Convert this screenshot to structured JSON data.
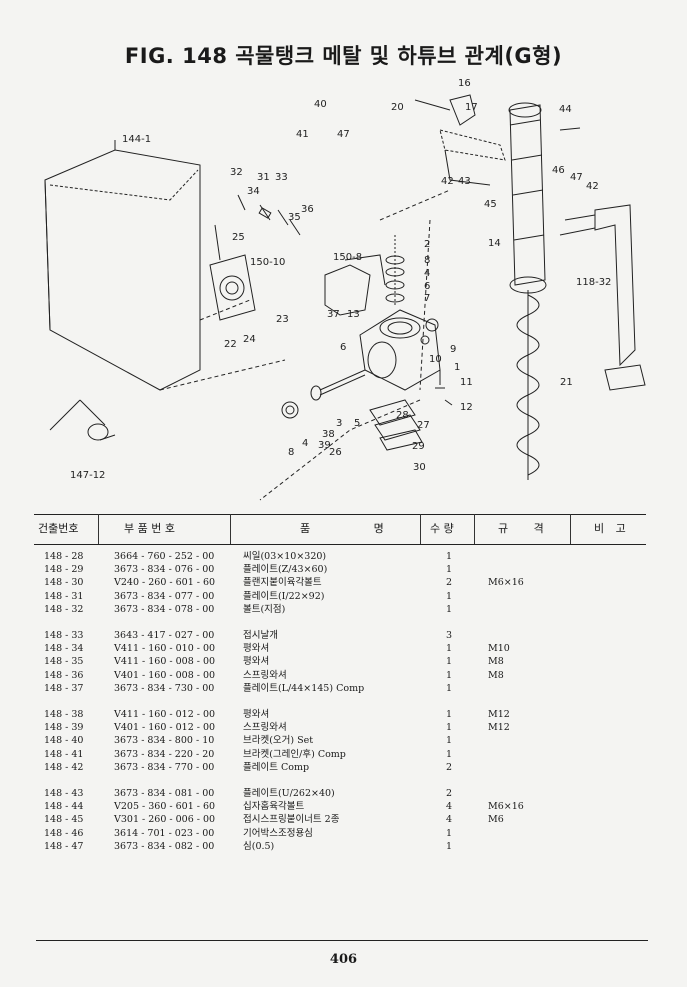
{
  "title": "FIG. 148 곡물탱크 메탈 및 하튜브 관계(G형)",
  "page_number": "406",
  "callouts": {
    "c16": "16",
    "c17": "17",
    "c20": "20",
    "c40": "40",
    "c41": "41",
    "c47a": "47",
    "c44": "44",
    "c144_1": "144-1",
    "c32": "32",
    "c31": "31",
    "c33": "33",
    "c34": "34",
    "c35": "35",
    "c36": "36",
    "c42a": "42",
    "c43": "43",
    "c45": "45",
    "c46": "46",
    "c47b": "47",
    "c42b": "42",
    "c14": "14",
    "c25": "25",
    "c150_10": "150-10",
    "c150_8": "150-8",
    "c2": "2",
    "c8a": "8",
    "c4a": "4",
    "c6a": "6",
    "c7": "7",
    "c118_32": "118-32",
    "c23": "23",
    "c37": "37",
    "c13": "13",
    "c22": "22",
    "c24": "24",
    "c6b": "6",
    "c9": "9",
    "c10": "10",
    "c1": "1",
    "c11": "11",
    "c21": "21",
    "c12": "12",
    "c3": "3",
    "c5": "5",
    "c28": "28",
    "c27": "27",
    "c38": "38",
    "c39": "39",
    "c26": "26",
    "c29": "29",
    "c8b": "8",
    "c4b": "4",
    "c30": "30",
    "c147_12": "147-12"
  },
  "table": {
    "headers": {
      "no": "건출번호",
      "part_no": "부 품 번 호",
      "name": "품 명",
      "qty": "수 량",
      "spec": "규 격",
      "note": "비 고"
    },
    "rows": [
      {
        "no": "148 - 28",
        "part_no": "3664 - 760 - 252 - 00",
        "name": "씨일(03×10×320)",
        "qty": "1",
        "spec": ""
      },
      {
        "no": "148 - 29",
        "part_no": "3673 - 834 - 076 - 00",
        "name": "플레이트(Z/43×60)",
        "qty": "1",
        "spec": ""
      },
      {
        "no": "148 - 30",
        "part_no": "V240 - 260 - 601 - 60",
        "name": "플랜지붙이육각볼트",
        "qty": "2",
        "spec": "M6×16"
      },
      {
        "no": "148 - 31",
        "part_no": "3673 - 834 - 077 - 00",
        "name": "플레이트(I/22×92)",
        "qty": "1",
        "spec": ""
      },
      {
        "no": "148 - 32",
        "part_no": "3673 - 834 - 078 - 00",
        "name": "볼트(지점)",
        "qty": "1",
        "spec": ""
      },
      {
        "no": "148 - 33",
        "part_no": "3643 - 417 - 027 - 00",
        "name": "접시날개",
        "qty": "3",
        "spec": ""
      },
      {
        "no": "148 - 34",
        "part_no": "V411 - 160 - 010 - 00",
        "name": "평와셔",
        "qty": "1",
        "spec": "M10"
      },
      {
        "no": "148 - 35",
        "part_no": "V411 - 160 - 008 - 00",
        "name": "평와셔",
        "qty": "1",
        "spec": "M8"
      },
      {
        "no": "148 - 36",
        "part_no": "V401 - 160 - 008 - 00",
        "name": "스프링와셔",
        "qty": "1",
        "spec": "M8"
      },
      {
        "no": "148 - 37",
        "part_no": "3673 - 834 - 730 - 00",
        "name": "플레이트(L/44×145) Comp",
        "qty": "1",
        "spec": ""
      },
      {
        "no": "148 - 38",
        "part_no": "V411 - 160 - 012 - 00",
        "name": "평와셔",
        "qty": "1",
        "spec": "M12"
      },
      {
        "no": "148 - 39",
        "part_no": "V401 - 160 - 012 - 00",
        "name": "스프링와셔",
        "qty": "1",
        "spec": "M12"
      },
      {
        "no": "148 - 40",
        "part_no": "3673 - 834 - 800 - 10",
        "name": "브라켓(오거) Set",
        "qty": "1",
        "spec": ""
      },
      {
        "no": "148 - 41",
        "part_no": "3673 - 834 - 220 - 20",
        "name": "브라켓(그레인/후) Comp",
        "qty": "1",
        "spec": ""
      },
      {
        "no": "148 - 42",
        "part_no": "3673 - 834 - 770 - 00",
        "name": "플레이트 Comp",
        "qty": "2",
        "spec": ""
      },
      {
        "no": "148 - 43",
        "part_no": "3673 - 834 - 081 - 00",
        "name": "플레이트(U/262×40)",
        "qty": "2",
        "spec": ""
      },
      {
        "no": "148 - 44",
        "part_no": "V205 - 360 - 601 - 60",
        "name": "십자홈육각볼트",
        "qty": "4",
        "spec": "M6×16"
      },
      {
        "no": "148 - 45",
        "part_no": "V301 - 260 - 006 - 00",
        "name": "접시스프링붙이너트 2종",
        "qty": "4",
        "spec": "M6"
      },
      {
        "no": "148 - 46",
        "part_no": "3614 - 701 - 023 - 00",
        "name": "기어박스조정용심",
        "qty": "1",
        "spec": ""
      },
      {
        "no": "148 - 47",
        "part_no": "3673 - 834 - 082 - 00",
        "name": "심(0.5)",
        "qty": "1",
        "spec": ""
      }
    ]
  }
}
